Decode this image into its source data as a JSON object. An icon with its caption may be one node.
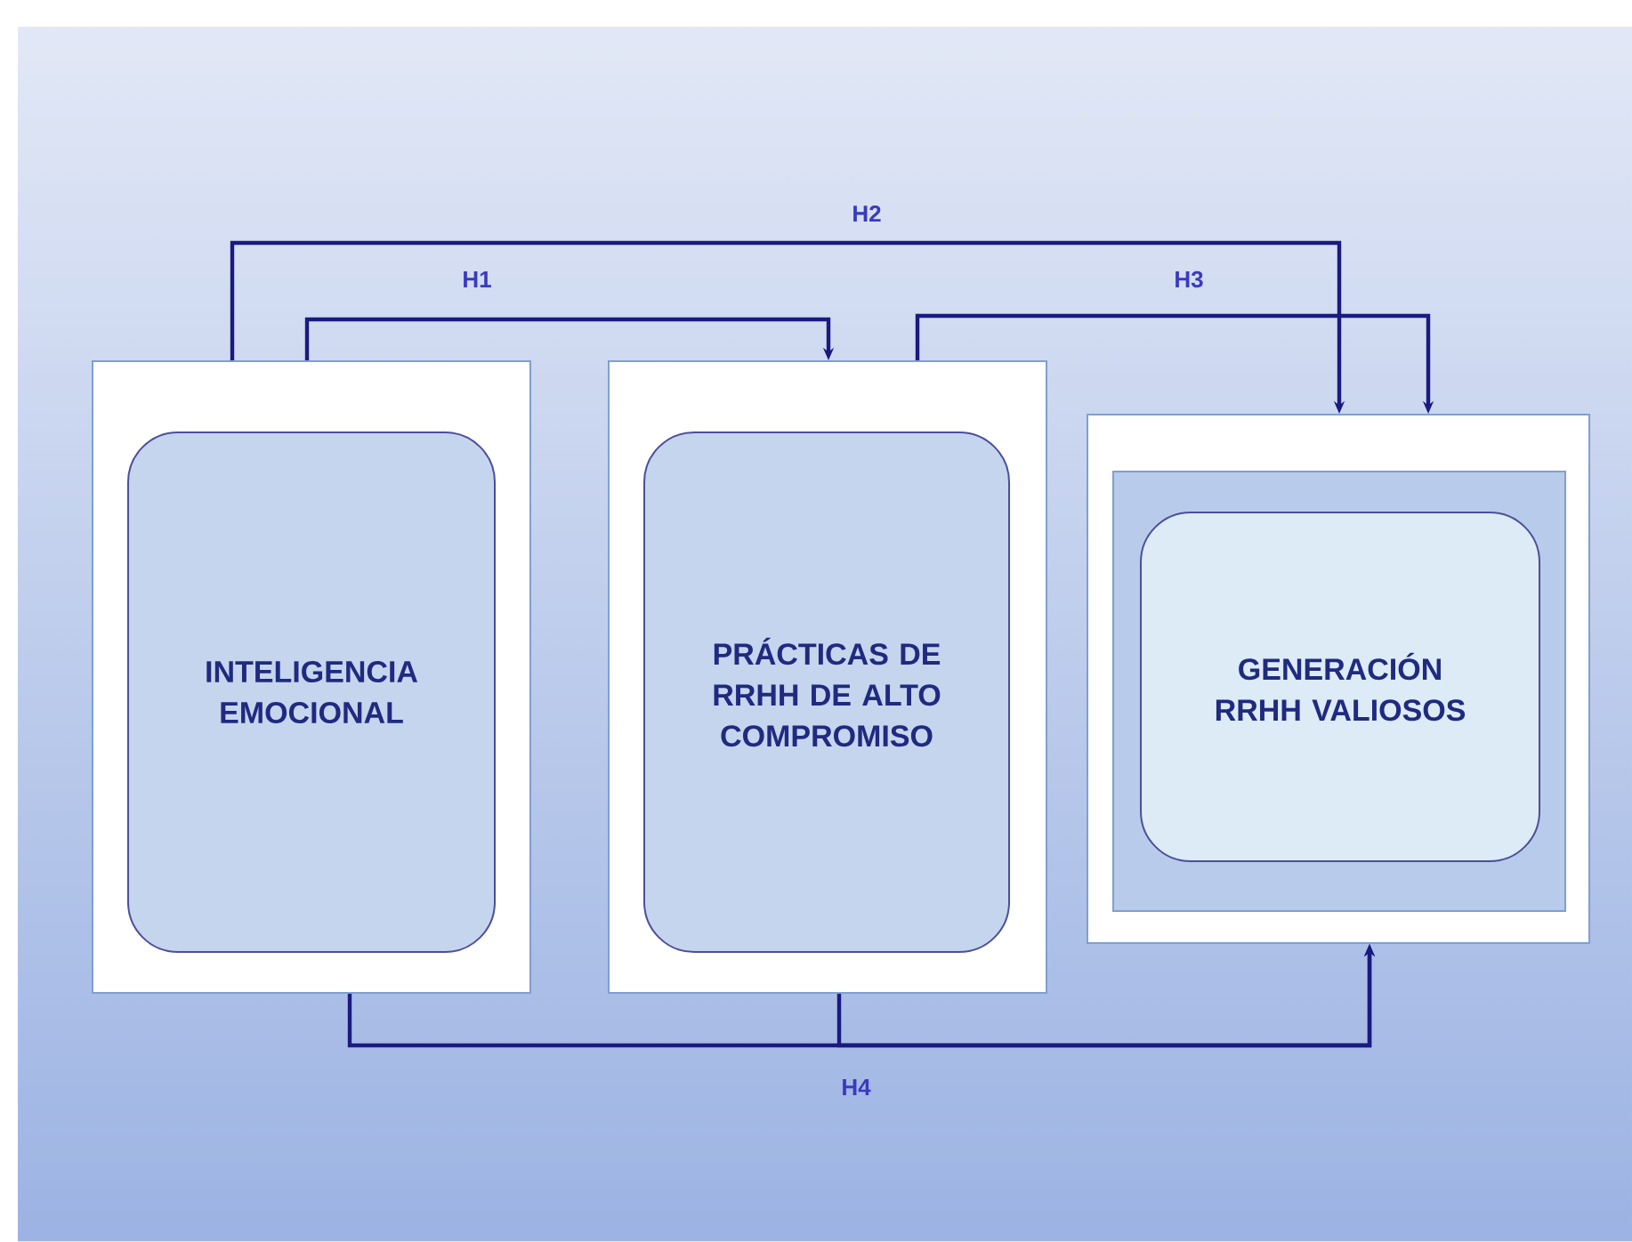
{
  "diagram": {
    "nodes": [
      {
        "text": [],
        "shape": "box"
      },
      {
        "text": [
          "INTELIGENCIA EMOCIONAL"
        ],
        "in": 0
      },
      {
        "text": [],
        "shape": "box"
      },
      {
        "text": [
          "PRÁCTICAS DE RRHH DE ALTO COMPROMISO"
        ],
        "in": 2
      },
      {
        "text": [],
        "shape": "box"
      },
      {
        "text": [],
        "shape": "box",
        "in": 4
      },
      {
        "text": [
          "GENERACIÓN RRHH VALIOSOS"
        ],
        "in": 5
      }
    ],
    "edges": [
      {
        "from": 0,
        "to": 2,
        "arrow": "to",
        "label": "H1"
      },
      {
        "from": 0,
        "to": 4,
        "arrow": "to",
        "label": "H2"
      },
      {
        "from": 2,
        "to": 4,
        "arrow": "to",
        "label": "H3"
      },
      {
        "from": 0,
        "to": 4,
        "arrow": "to",
        "label": "H4"
      },
      {
        "from": 2,
        "to": 4,
        "arrow": "to"
      }
    ]
  }
}
